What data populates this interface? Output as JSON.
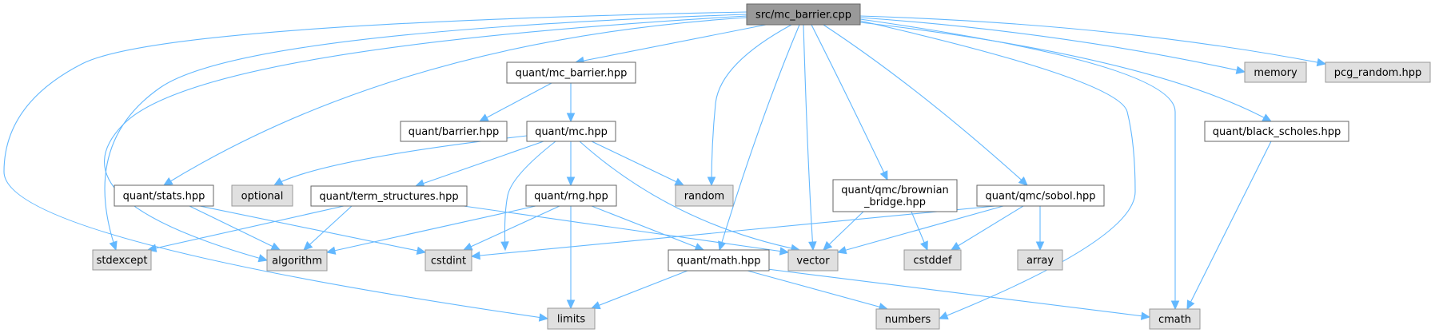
{
  "title": "src/mc_barrier.cpp include dependency graph",
  "colors": {
    "root_fill": "#999999",
    "root_stroke": "#666666",
    "project_fill": "#ffffff",
    "project_stroke": "#666666",
    "system_fill": "#e0e0e0",
    "system_stroke": "#999999",
    "edge": "#63b8ff"
  },
  "nodes": [
    {
      "id": "root",
      "label": "src/mc_barrier.cpp",
      "kind": "root"
    },
    {
      "id": "memory",
      "label": "memory",
      "kind": "system"
    },
    {
      "id": "pcg",
      "label": "pcg_random.hpp",
      "kind": "system"
    },
    {
      "id": "mc_barrier_hpp",
      "label": "quant/mc_barrier.hpp",
      "kind": "project"
    },
    {
      "id": "black_scholes",
      "label": "quant/black_scholes.hpp",
      "kind": "project"
    },
    {
      "id": "barrier_hpp",
      "label": "quant/barrier.hpp",
      "kind": "project"
    },
    {
      "id": "mc_hpp",
      "label": "quant/mc.hpp",
      "kind": "project"
    },
    {
      "id": "stats",
      "label": "quant/stats.hpp",
      "kind": "project"
    },
    {
      "id": "optional",
      "label": "optional",
      "kind": "system"
    },
    {
      "id": "term",
      "label": "quant/term_structures.hpp",
      "kind": "project"
    },
    {
      "id": "rng",
      "label": "quant/rng.hpp",
      "kind": "project"
    },
    {
      "id": "random",
      "label": "random",
      "kind": "system"
    },
    {
      "id": "brownian",
      "label": "quant/qmc/brownian\n_bridge.hpp",
      "kind": "project"
    },
    {
      "id": "sobol",
      "label": "quant/qmc/sobol.hpp",
      "kind": "project"
    },
    {
      "id": "stdexcept",
      "label": "stdexcept",
      "kind": "system"
    },
    {
      "id": "algorithm",
      "label": "algorithm",
      "kind": "system"
    },
    {
      "id": "cstdint",
      "label": "cstdint",
      "kind": "system"
    },
    {
      "id": "math",
      "label": "quant/math.hpp",
      "kind": "project"
    },
    {
      "id": "vector",
      "label": "vector",
      "kind": "system"
    },
    {
      "id": "cstddef",
      "label": "cstddef",
      "kind": "system"
    },
    {
      "id": "array",
      "label": "array",
      "kind": "system"
    },
    {
      "id": "limits",
      "label": "limits",
      "kind": "system"
    },
    {
      "id": "numbers",
      "label": "numbers",
      "kind": "system"
    },
    {
      "id": "cmath",
      "label": "cmath",
      "kind": "system"
    }
  ],
  "edges": [
    {
      "from": "root",
      "to": "mc_barrier_hpp"
    },
    {
      "from": "root",
      "to": "memory"
    },
    {
      "from": "root",
      "to": "pcg"
    },
    {
      "from": "root",
      "to": "black_scholes"
    },
    {
      "from": "root",
      "to": "stats"
    },
    {
      "from": "root",
      "to": "stdexcept"
    },
    {
      "from": "root",
      "to": "algorithm"
    },
    {
      "from": "root",
      "to": "limits"
    },
    {
      "from": "root",
      "to": "random"
    },
    {
      "from": "root",
      "to": "math"
    },
    {
      "from": "root",
      "to": "vector"
    },
    {
      "from": "root",
      "to": "brownian"
    },
    {
      "from": "root",
      "to": "sobol"
    },
    {
      "from": "root",
      "to": "numbers"
    },
    {
      "from": "root",
      "to": "cmath"
    },
    {
      "from": "mc_barrier_hpp",
      "to": "barrier_hpp"
    },
    {
      "from": "mc_barrier_hpp",
      "to": "mc_hpp"
    },
    {
      "from": "mc_hpp",
      "to": "optional"
    },
    {
      "from": "mc_hpp",
      "to": "term"
    },
    {
      "from": "mc_hpp",
      "to": "rng"
    },
    {
      "from": "mc_hpp",
      "to": "random"
    },
    {
      "from": "mc_hpp",
      "to": "cstdint"
    },
    {
      "from": "mc_hpp",
      "to": "vector"
    },
    {
      "from": "stats",
      "to": "algorithm"
    },
    {
      "from": "stats",
      "to": "cstdint"
    },
    {
      "from": "term",
      "to": "stdexcept"
    },
    {
      "from": "term",
      "to": "algorithm"
    },
    {
      "from": "term",
      "to": "vector"
    },
    {
      "from": "rng",
      "to": "algorithm"
    },
    {
      "from": "rng",
      "to": "cstdint"
    },
    {
      "from": "rng",
      "to": "limits"
    },
    {
      "from": "rng",
      "to": "math"
    },
    {
      "from": "brownian",
      "to": "vector"
    },
    {
      "from": "brownian",
      "to": "cstddef"
    },
    {
      "from": "sobol",
      "to": "cstdint"
    },
    {
      "from": "sobol",
      "to": "vector"
    },
    {
      "from": "sobol",
      "to": "cstddef"
    },
    {
      "from": "sobol",
      "to": "array"
    },
    {
      "from": "math",
      "to": "limits"
    },
    {
      "from": "math",
      "to": "numbers"
    },
    {
      "from": "math",
      "to": "cmath"
    },
    {
      "from": "black_scholes",
      "to": "cmath"
    }
  ]
}
